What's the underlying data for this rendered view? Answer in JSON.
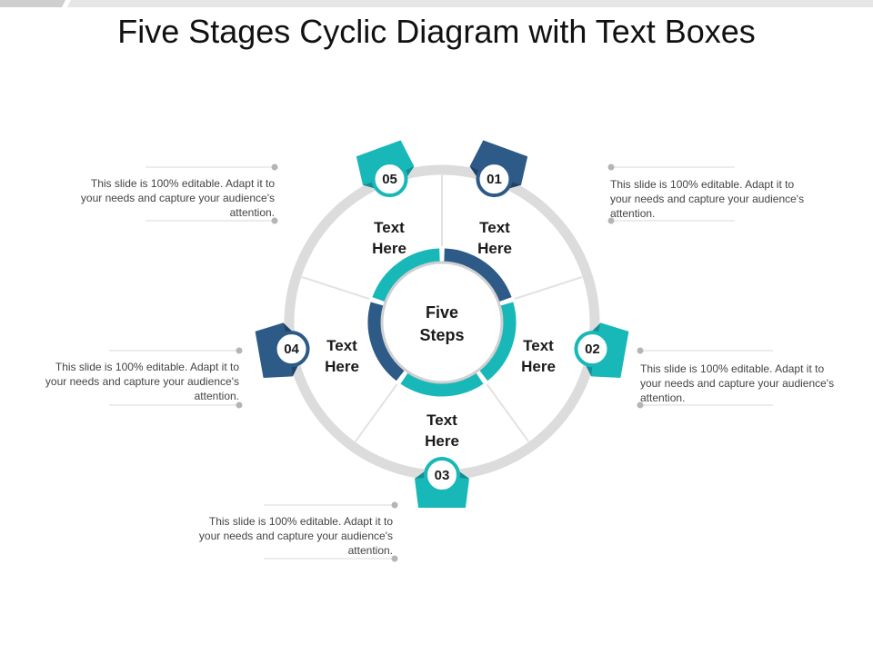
{
  "title": "Five Stages Cyclic Diagram with Text Boxes",
  "center": {
    "line1": "Five",
    "line2": "Steps"
  },
  "colors": {
    "teal": "#19b8b8",
    "teal_dark": "#138f93",
    "navy": "#2d5a86",
    "navy_dark": "#1f4266",
    "ring_gray": "#dcdcdc",
    "line_gray": "#bdbdbd"
  },
  "stages": [
    {
      "number": "01",
      "label_line1": "Text",
      "label_line2": "Here",
      "description": "This slide is 100% editable. Adapt it to your needs and capture your audience's attention.",
      "color": "navy"
    },
    {
      "number": "02",
      "label_line1": "Text",
      "label_line2": "Here",
      "description": "This slide is 100% editable. Adapt it to your needs and capture your audience's attention.",
      "color": "teal"
    },
    {
      "number": "03",
      "label_line1": "Text",
      "label_line2": "Here",
      "description": "This slide is 100% editable. Adapt it to your needs and capture your audience's attention.",
      "color": "teal"
    },
    {
      "number": "04",
      "label_line1": "Text",
      "label_line2": "Here",
      "description": "This slide is 100% editable. Adapt it to your needs and capture your audience's attention.",
      "color": "navy"
    },
    {
      "number": "05",
      "label_line1": "Text",
      "label_line2": "Here",
      "description": "This slide is 100% editable. Adapt it to your needs and capture your audience's attention.",
      "color": "teal"
    }
  ]
}
